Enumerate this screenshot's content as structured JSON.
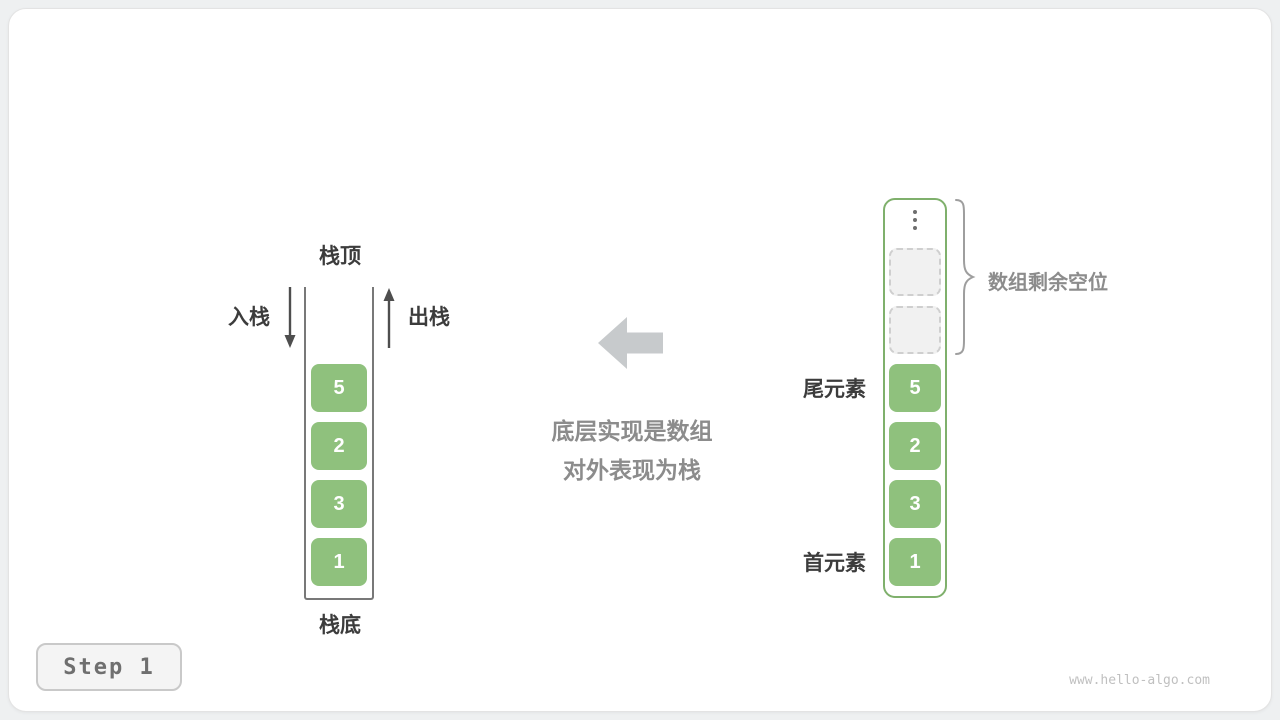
{
  "meta": {
    "step_label": "Step 1",
    "watermark": "www.hello-algo.com"
  },
  "stack": {
    "top_label": "栈顶",
    "bottom_label": "栈底",
    "push_label": "入栈",
    "pop_label": "出栈",
    "values": [
      "5",
      "2",
      "3",
      "1"
    ]
  },
  "middle": {
    "caption_line1": "底层实现是数组",
    "caption_line2": "对外表现为栈"
  },
  "array": {
    "ellipsis": "⋮",
    "empty_slots": 2,
    "values": [
      "5",
      "2",
      "3",
      "1"
    ],
    "tail_label": "尾元素",
    "head_label": "首元素",
    "remaining_label": "数组剩余空位"
  },
  "icons": {
    "push_arrow": "↓",
    "pop_arrow": "↑",
    "transform_arrow": "←",
    "remaining_brace": "}"
  },
  "colors": {
    "green": "#8FC17D",
    "green_border": "#7FB06C",
    "dark_text": "#3C3C3C",
    "gray_text": "#8C8C8C",
    "arrow_gray": "#C7CACC",
    "line_gray": "#9E9E9E"
  }
}
